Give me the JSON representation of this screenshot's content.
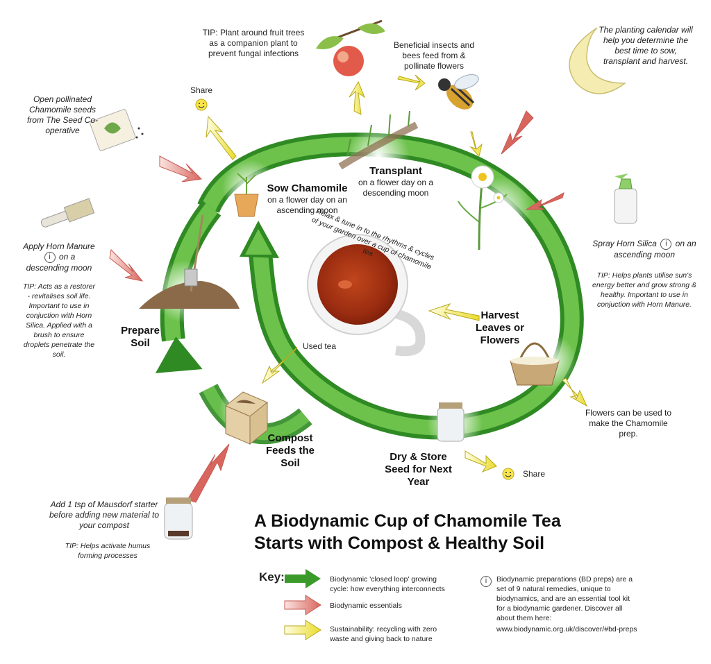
{
  "title": {
    "line1": "A Biodynamic Cup of Chamomile Tea",
    "line2": "Starts with Compost & Healthy Soil"
  },
  "colors": {
    "green_arrow": "#3a9a2a",
    "red_arrow": "#d9726b",
    "yellow_arrow": "#f0e65a"
  },
  "stages": {
    "sow": {
      "title": "Sow Chamomile",
      "desc": "on a flower day on an ascending moon"
    },
    "transplant": {
      "title": "Transplant",
      "desc": "on a flower day on a descending moon"
    },
    "harvest": {
      "title": "Harvest Leaves or Flowers"
    },
    "dry": {
      "title": "Dry & Store Seed for Next Year"
    },
    "compost": {
      "title": "Compost Feeds the Soil"
    },
    "prepare": {
      "title": "Prepare Soil"
    }
  },
  "notes": {
    "tip_trees": "TIP: Plant around fruit trees as a companion plant to prevent fungal infections",
    "insects": "Beneficial insects and bees feed from & pollinate flowers",
    "calendar": "The planting calendar will help you determine the best time to sow, transplant and harvest.",
    "seeds": "Open pollinated Chamomile seeds from The Seed Co-operative",
    "share_top": "Share",
    "share_bottom": "Share",
    "horn_manure_a": "Apply Horn Manure",
    "horn_manure_b": "on a descending moon",
    "horn_manure_tip": "TIP: Acts as a restorer - revitalises soil life. Important to use in conjuction with Horn Silica. Applied with a brush to ensure droplets penetrate the soil.",
    "horn_silica_a": "Spray Horn Silica",
    "horn_silica_b": "on an ascending moon",
    "horn_silica_tip": "TIP: Helps plants utilise sun's energy better and grow strong & healthy. Important to use in conjuction with Horn Manure.",
    "relax": "Relax & tune in to the rhythms & cycles of your garden over a cup of chamomile tea",
    "used_tea": "Used tea",
    "flowers_prep": "Flowers can be used to make the Chamomile prep.",
    "mausdorf": "Add 1 tsp of Mausdorf starter before adding new material to your compost",
    "mausdorf_tip": "TIP: Helps activate humus forming processes"
  },
  "key": {
    "label": "Key:",
    "green": "Biodynamic 'closed loop' growing cycle: how everything interconnects",
    "red": "Biodynamic essentials",
    "yellow": "Sustainability: recycling with zero waste and giving back to nature"
  },
  "bd_info": {
    "icon": "i",
    "text": "Biodynamic preparations (BD preps) are a set of 9 natural remedies, unique to biodynamics, and are an essential tool kit for a biodynamic gardener. Discover all about them here:",
    "url": "www.biodynamic.org.uk/discover/#bd-preps"
  },
  "icons": [
    "apple",
    "bee",
    "moon",
    "seed-packet",
    "smiley",
    "brush",
    "chamomile-plant",
    "spray-bottle",
    "soil-pile-spade",
    "tea-cup",
    "basket",
    "jar",
    "compost-crate",
    "starter-jar",
    "plant-pot",
    "seedlings"
  ]
}
